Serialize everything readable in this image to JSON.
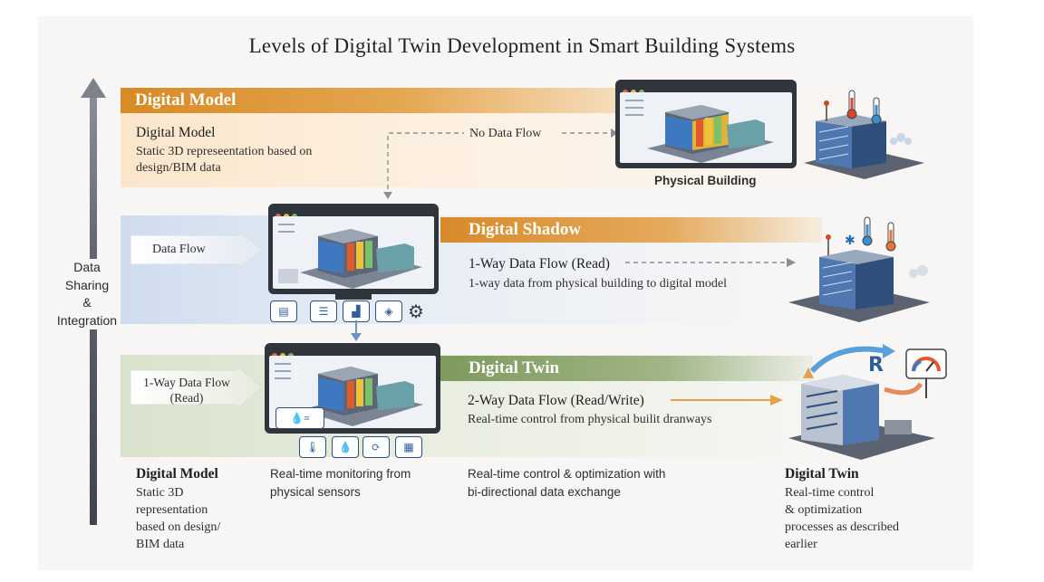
{
  "title": "Levels of Digital Twin Development in Smart Building Systems",
  "axis": {
    "line1": "Data",
    "line2": "Sharing",
    "line3": "&",
    "line4": "Integration"
  },
  "digital_model": {
    "header": "Digital Model",
    "subtitle": "Digital Model",
    "desc1": "Static 3D represeentation based on",
    "desc2": "design/BIM data",
    "flow_label": "No Data Flow",
    "building_label": "Physical Building"
  },
  "digital_shadow": {
    "header": "Digital Shadow",
    "input_label": "Data Flow",
    "flow_title": "1-Way Data Flow (Read)",
    "flow_desc": "1-way data from physical building to digital model"
  },
  "digital_twin": {
    "header": "Digital Twin",
    "input_line1": "1-Way Data Flow",
    "input_line2": "(Read)",
    "flow_title": "2-Way Data Flow (Read/Write)",
    "flow_desc": "Real-time control from physical builit dranways",
    "badge": "R"
  },
  "bottom": {
    "col1_title": "Digital Model",
    "col1_lines": [
      "Static 3D",
      "representation",
      "based on design/",
      "BIM data"
    ],
    "col2_lines": [
      "Real-time monitoring from",
      "physical sensors"
    ],
    "col3_lines": [
      "Real-time control & optimization with",
      "bi-directional data exchange"
    ],
    "col4_title": "Digital Twin",
    "col4_lines": [
      "Real-time control",
      "& optimization",
      "processes as described",
      "earlier"
    ]
  },
  "colors": {
    "orange": "#d78a25",
    "green": "#7e9a5c",
    "blue": "#5b82b5",
    "dark": "#30343b"
  }
}
